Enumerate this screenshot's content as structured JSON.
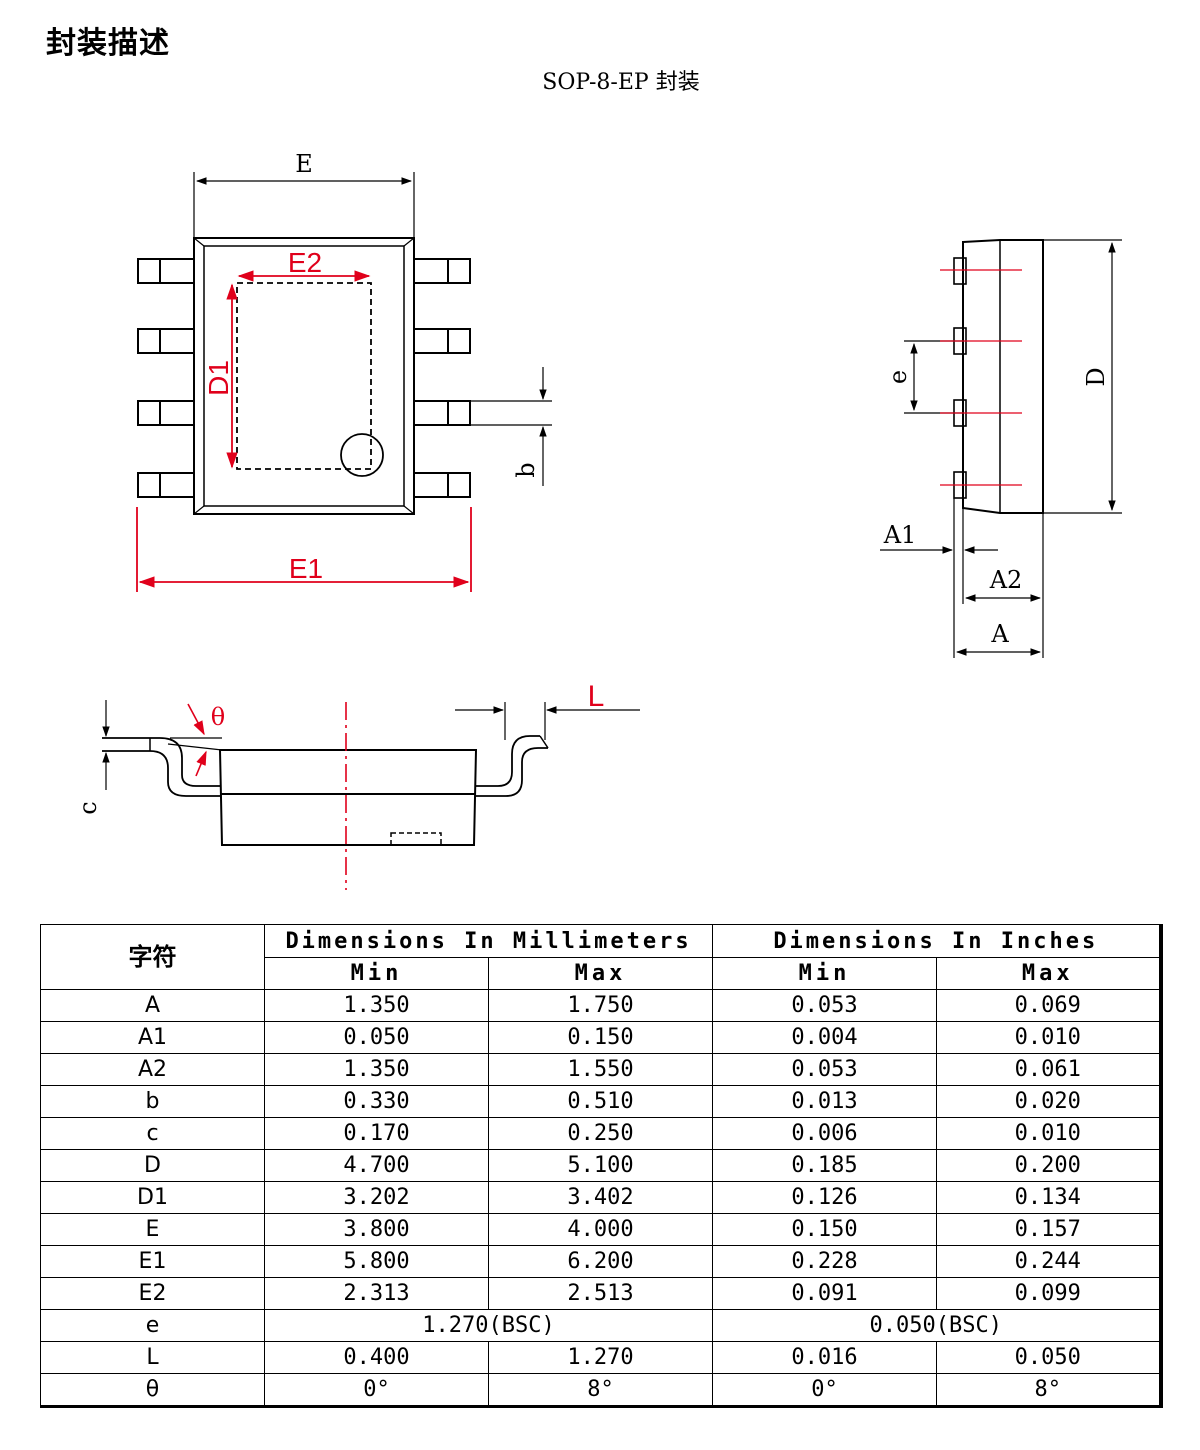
{
  "page": {
    "section_title": "封装描述",
    "package_title": "SOP-8-EP 封装"
  },
  "drawing": {
    "labels": {
      "E": "E",
      "E2": "E2",
      "D1": "D1",
      "b": "b",
      "E1": "E1",
      "e": "e",
      "D": "D",
      "A1": "A1",
      "A2": "A2",
      "A": "A",
      "theta": "θ",
      "L": "L",
      "c": "c"
    },
    "colors": {
      "line": "#000000",
      "dimension_red": "#e0001b"
    }
  },
  "table": {
    "symbol_header": "字符",
    "mm_header": "Dimensions In Millimeters",
    "inch_header": "Dimensions In Inches",
    "min_label": "Min",
    "max_label": "Max",
    "rows": [
      {
        "sym": "A",
        "mm_min": "1.350",
        "mm_max": "1.750",
        "in_min": "0.053",
        "in_max": "0.069"
      },
      {
        "sym": "A1",
        "mm_min": "0.050",
        "mm_max": "0.150",
        "in_min": "0.004",
        "in_max": "0.010"
      },
      {
        "sym": "A2",
        "mm_min": "1.350",
        "mm_max": "1.550",
        "in_min": "0.053",
        "in_max": "0.061"
      },
      {
        "sym": "b",
        "mm_min": "0.330",
        "mm_max": "0.510",
        "in_min": "0.013",
        "in_max": "0.020"
      },
      {
        "sym": "c",
        "mm_min": "0.170",
        "mm_max": "0.250",
        "in_min": "0.006",
        "in_max": "0.010"
      },
      {
        "sym": "D",
        "mm_min": "4.700",
        "mm_max": "5.100",
        "in_min": "0.185",
        "in_max": "0.200"
      },
      {
        "sym": "D1",
        "mm_min": "3.202",
        "mm_max": "3.402",
        "in_min": "0.126",
        "in_max": "0.134"
      },
      {
        "sym": "E",
        "mm_min": "3.800",
        "mm_max": "4.000",
        "in_min": "0.150",
        "in_max": "0.157"
      },
      {
        "sym": "E1",
        "mm_min": "5.800",
        "mm_max": "6.200",
        "in_min": "0.228",
        "in_max": "0.244"
      },
      {
        "sym": "E2",
        "mm_min": "2.313",
        "mm_max": "2.513",
        "in_min": "0.091",
        "in_max": "0.099"
      }
    ],
    "row_e": {
      "sym": "e",
      "mm": "1.270(BSC)",
      "in": "0.050(BSC)"
    },
    "row_L": {
      "sym": "L",
      "mm_min": "0.400",
      "mm_max": "1.270",
      "in_min": "0.016",
      "in_max": "0.050"
    },
    "row_theta": {
      "sym": "θ",
      "mm_min": "0°",
      "mm_max": "8°",
      "in_min": "0°",
      "in_max": "8°"
    }
  }
}
